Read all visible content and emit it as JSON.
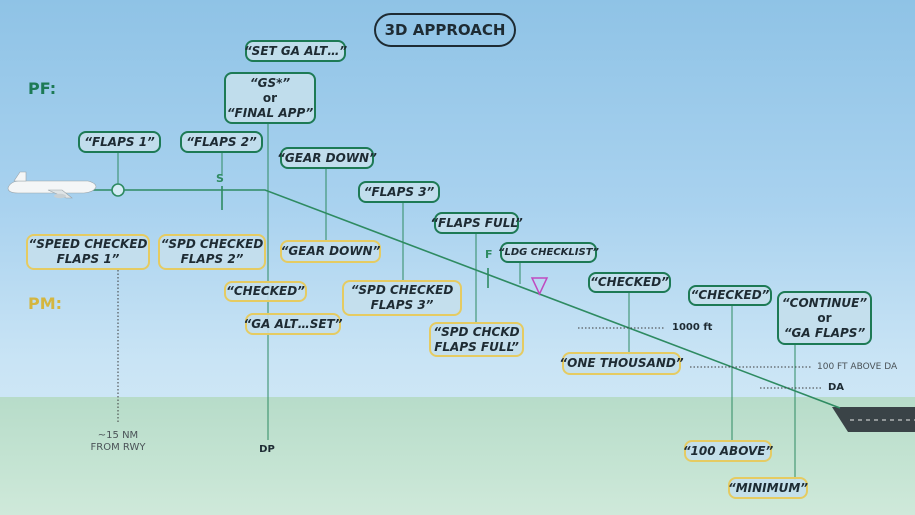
{
  "title": "3D APPROACH",
  "roles": {
    "pf": "PF:",
    "pm": "PM:"
  },
  "colors": {
    "pf": "#1d7a55",
    "pm": "#e5cb62",
    "path": "#2e8b62",
    "text": "#1e2b33",
    "marker_triangle": "#c04ac0"
  },
  "pf_callouts": {
    "set_ga_alt": "“SET GA ALT…”",
    "gs_line1": "“GS*”",
    "gs_or": "or",
    "gs_line2": "“FINAL APP”",
    "flaps1": "“FLAPS 1”",
    "flaps2": "“FLAPS 2”",
    "gear_down": "“GEAR DOWN”",
    "flaps3": "“FLAPS 3”",
    "flaps_full": "“FLAPS FULL”",
    "ldg_checklist": "“LDG CHECKLIST”",
    "checked_1000": "“CHECKED”",
    "checked_100": "“CHECKED”",
    "continue_line1": "“CONTINUE”",
    "continue_or": "or",
    "continue_line2": "“GA FLAPS”"
  },
  "pm_callouts": {
    "speed_checked_1": "“SPEED CHECKED",
    "speed_checked_2": "FLAPS 1”",
    "spd_checked_f2_1": "“SPD CHECKED",
    "spd_checked_f2_2": "FLAPS 2”",
    "gear_down": "“GEAR DOWN”",
    "checked": "“CHECKED”",
    "ga_alt_set": "“GA ALT…SET”",
    "spd_checked_f3_1": "“SPD CHECKED",
    "spd_checked_f3_2": "FLAPS 3”",
    "spd_chckd_full_1": "“SPD CHCKD",
    "spd_chckd_full_2": "FLAPS FULL”",
    "one_thousand": "“ONE THOUSAND”",
    "hundred_above": "“100 ABOVE”",
    "minimum": "“MINIMUM”"
  },
  "markers": {
    "speed_s": "S",
    "speed_f": "F"
  },
  "labels": {
    "dist_1": "~15 NM",
    "dist_2": "FROM RWY",
    "dp": "DP",
    "ft1000": "1000 ft",
    "above_da": "100 FT ABOVE DA",
    "da": "DA"
  }
}
